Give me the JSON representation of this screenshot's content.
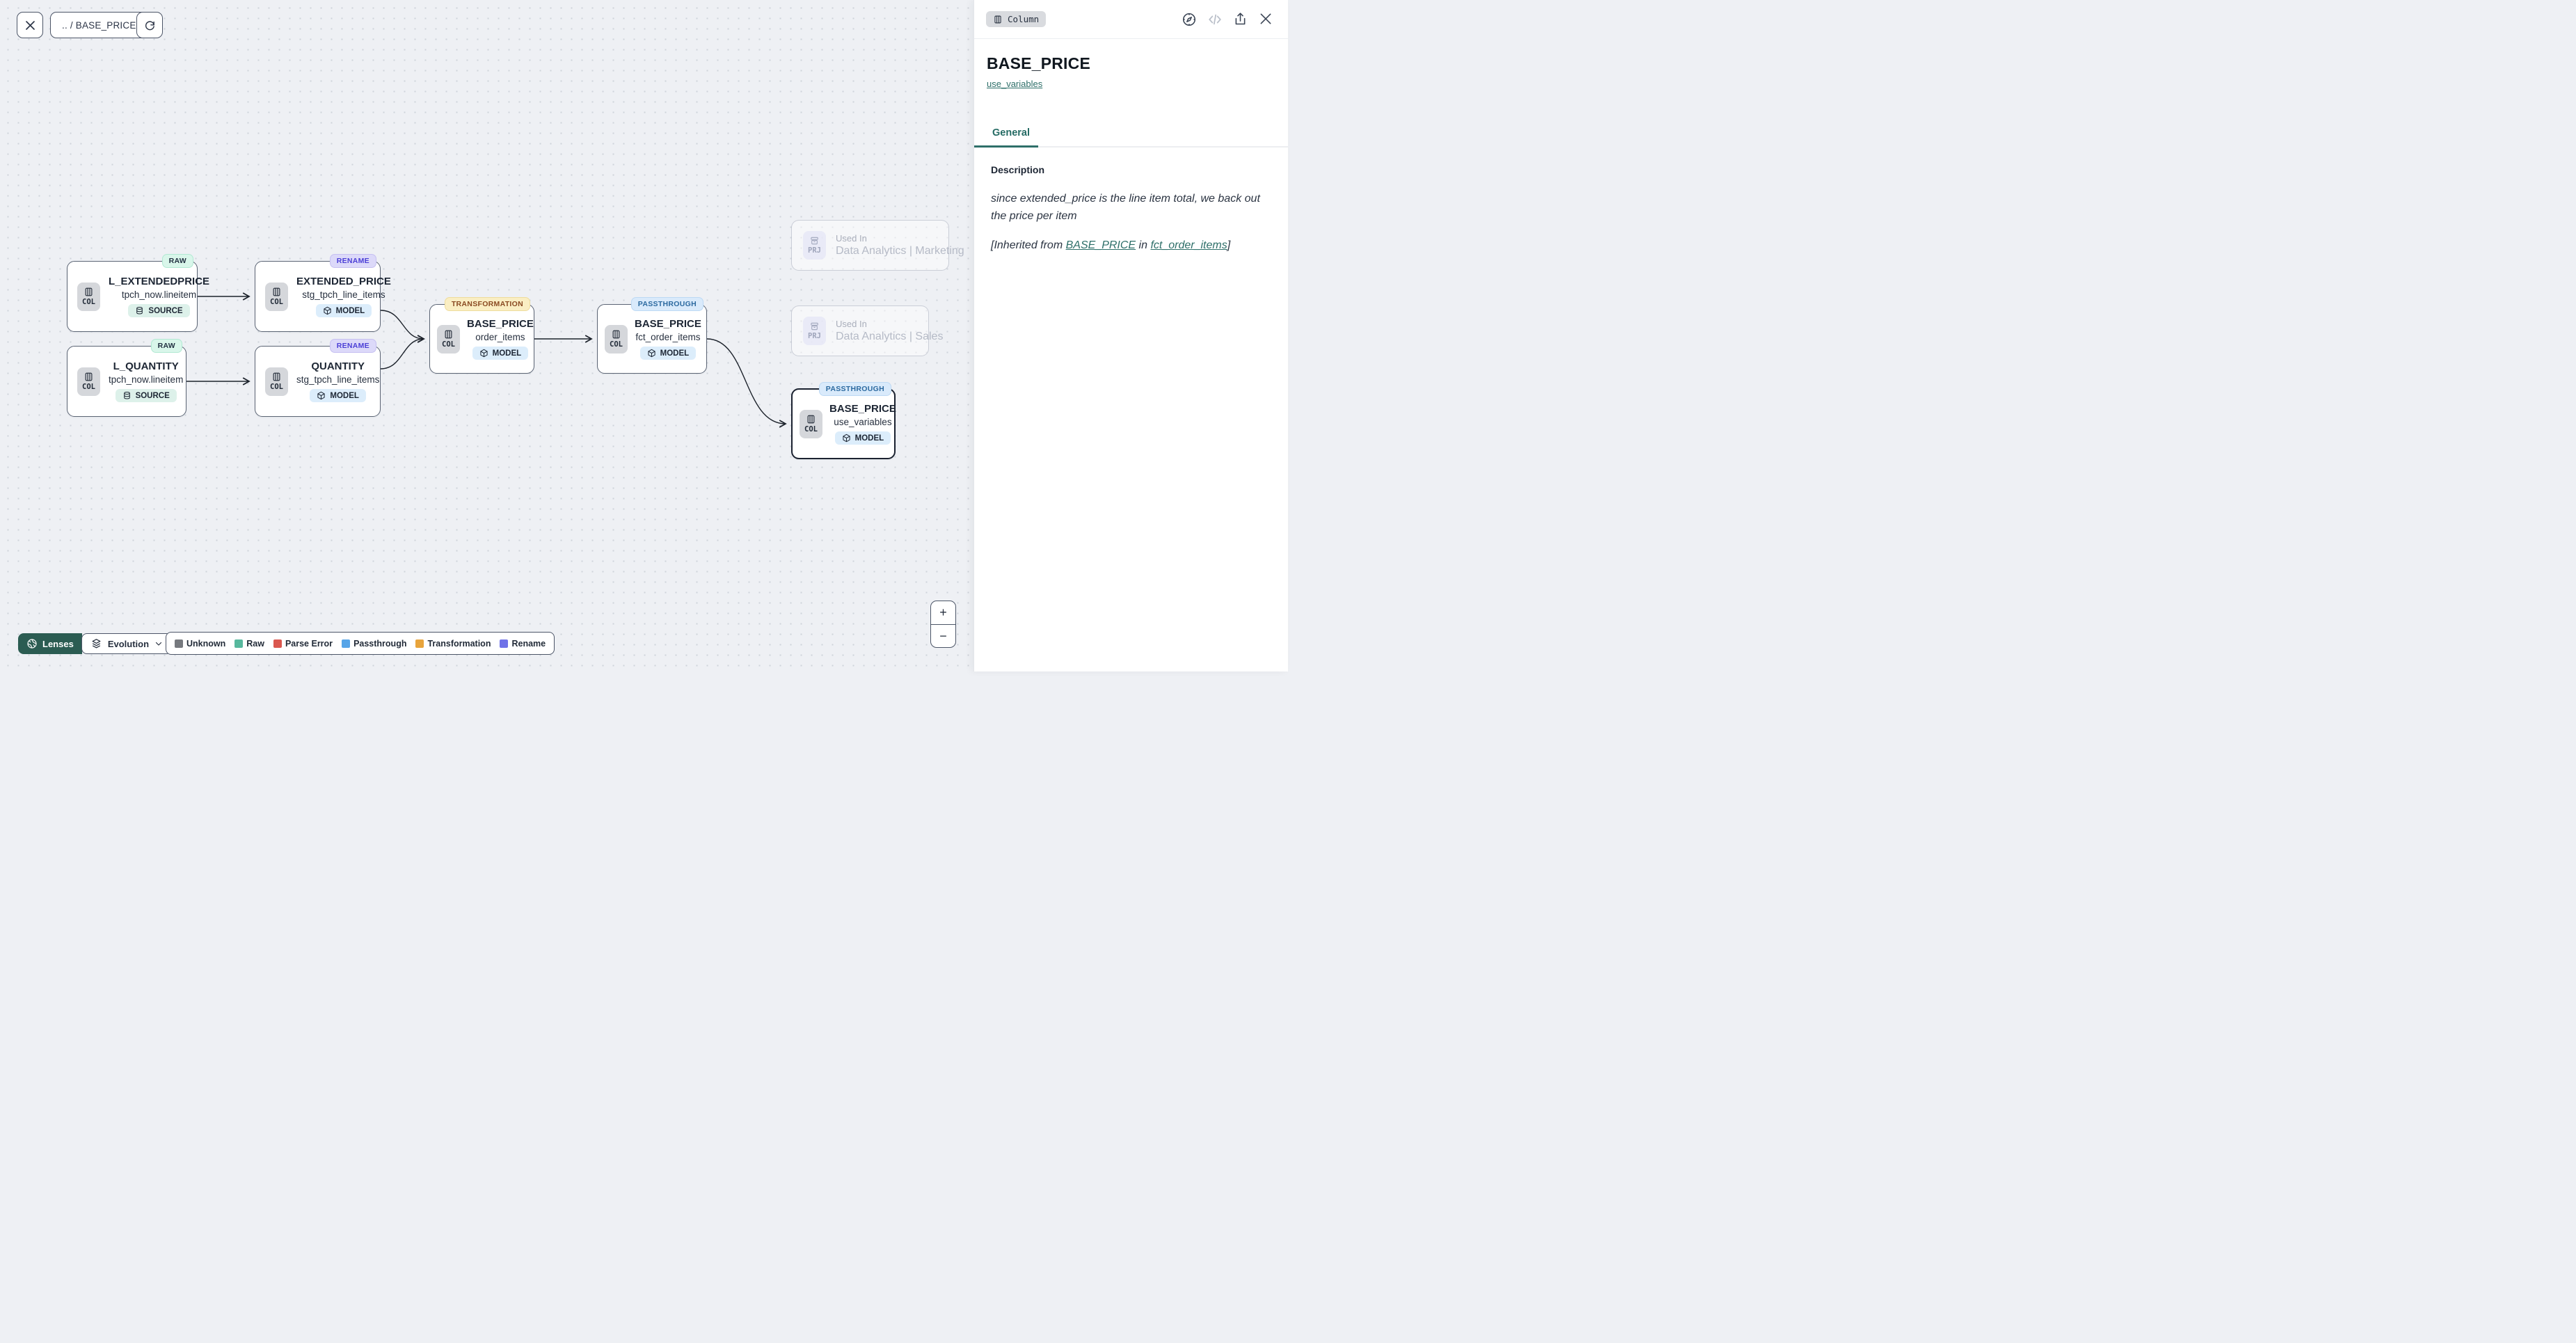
{
  "toolbar": {
    "breadcrumb": ".. / BASE_PRICE"
  },
  "canvas": {
    "nodes": [
      {
        "badge": "RAW",
        "chip": "COL",
        "title": "L_EXTENDEDPRICE",
        "subtitle": "tpch_now.lineitem",
        "kind": "SOURCE"
      },
      {
        "badge": "RENAME",
        "chip": "COL",
        "title": "EXTENDED_PRICE",
        "subtitle": "stg_tpch_line_items",
        "kind": "MODEL"
      },
      {
        "badge": "RAW",
        "chip": "COL",
        "title": "L_QUANTITY",
        "subtitle": "tpch_now.lineitem",
        "kind": "SOURCE"
      },
      {
        "badge": "RENAME",
        "chip": "COL",
        "title": "QUANTITY",
        "subtitle": "stg_tpch_line_items",
        "kind": "MODEL"
      },
      {
        "badge": "TRANSFORMATION",
        "chip": "COL",
        "title": "BASE_PRICE",
        "subtitle": "order_items",
        "kind": "MODEL"
      },
      {
        "badge": "PASSTHROUGH",
        "chip": "COL",
        "title": "BASE_PRICE",
        "subtitle": "fct_order_items",
        "kind": "MODEL"
      },
      {
        "badge": "PASSTHROUGH",
        "chip": "COL",
        "title": "BASE_PRICE",
        "subtitle": "use_variables",
        "kind": "MODEL"
      }
    ],
    "ghost_nodes": [
      {
        "chip": "PRJ",
        "label": "Used In",
        "name": "Data Analytics | Marketing"
      },
      {
        "chip": "PRJ",
        "label": "Used In",
        "name": "Data Analytics | Sales"
      }
    ],
    "lenses_label": "Lenses",
    "lens_selected": "Evolution",
    "legend": {
      "items": [
        {
          "label": "Unknown",
          "color": "#76797e"
        },
        {
          "label": "Raw",
          "color": "#57b89d"
        },
        {
          "label": "Parse Error",
          "color": "#da574f"
        },
        {
          "label": "Passthrough",
          "color": "#57a5e8"
        },
        {
          "label": "Transformation",
          "color": "#e8a43c"
        },
        {
          "label": "Rename",
          "color": "#6f72e8"
        }
      ]
    },
    "zoom_in": "+",
    "zoom_out": "−"
  },
  "panel": {
    "type_chip": "Column",
    "title": "BASE_PRICE",
    "model_link": "use_variables",
    "tabs": [
      {
        "label": "General"
      }
    ],
    "description": {
      "heading": "Description",
      "body": "since extended_price is the line item total, we back out the price per item",
      "inherited_prefix": "[Inherited from ",
      "inherited_link_column": "BASE_PRICE",
      "inherited_mid": " in ",
      "inherited_link_model": "fct_order_items",
      "inherited_suffix": "]"
    }
  },
  "colors": {
    "accent_teal": "#2e6f69",
    "lenses_button": "#2b5c52",
    "selected_node_border": "#1b2230",
    "badge_raw_bg": "#d9f6ea",
    "badge_rename_bg": "#dcd9f9",
    "badge_transformation_bg": "#faeec3",
    "badge_passthrough_bg": "#d9eafb"
  }
}
